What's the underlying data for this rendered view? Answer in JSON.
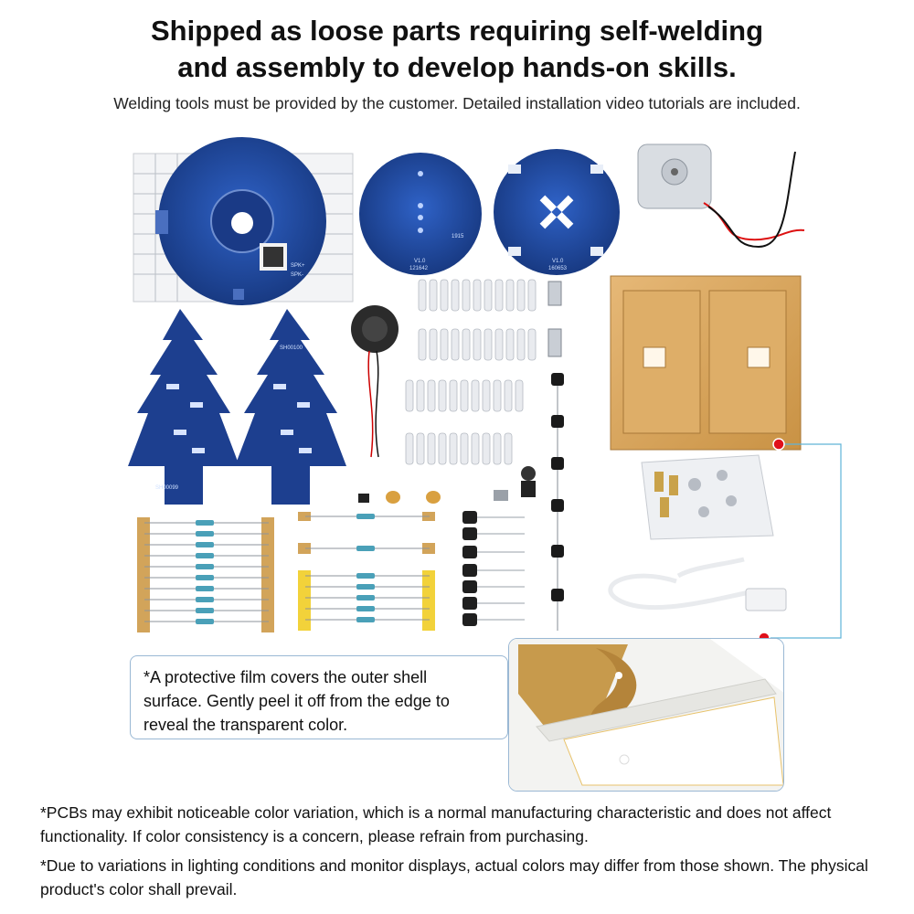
{
  "header": {
    "title_line1": "Shipped as loose parts requiring self-welding",
    "title_line2": "and assembly to develop hands-on skills.",
    "subtitle": "Welding tools must be provided by the customer. Detailed installation video tutorials are included."
  },
  "callout": {
    "line1": "*A protective film covers the outer shell",
    "line2": "surface. Gently peel it off from the edge to",
    "line3": "reveal the transparent color."
  },
  "pcb_labels": {
    "disc_a_version": "V1.0",
    "disc_a_code": "121642",
    "disc_a_num": "1915",
    "disc_b_version": "V1.0",
    "disc_b_code": "160653",
    "tree_a_code": "SH00099",
    "tree_b_code": "SH00100",
    "spk_plus": "SPK+",
    "spk_minus": "SPK-"
  },
  "notes": {
    "note1": "*PCBs may exhibit noticeable color variation, which is a normal manufacturing characteristic and does not affect functionality. If color consistency is a concern, please refrain from purchasing.",
    "note2": "*Due to variations in lighting conditions and monitor displays, actual colors may differ from those shown. The physical product's color shall prevail."
  },
  "colors": {
    "pcb_blue": "#1c3f8c",
    "acrylic_tan": "#d9a85c",
    "callout_border": "#9ab8d4",
    "marker_red": "#e0101a"
  }
}
